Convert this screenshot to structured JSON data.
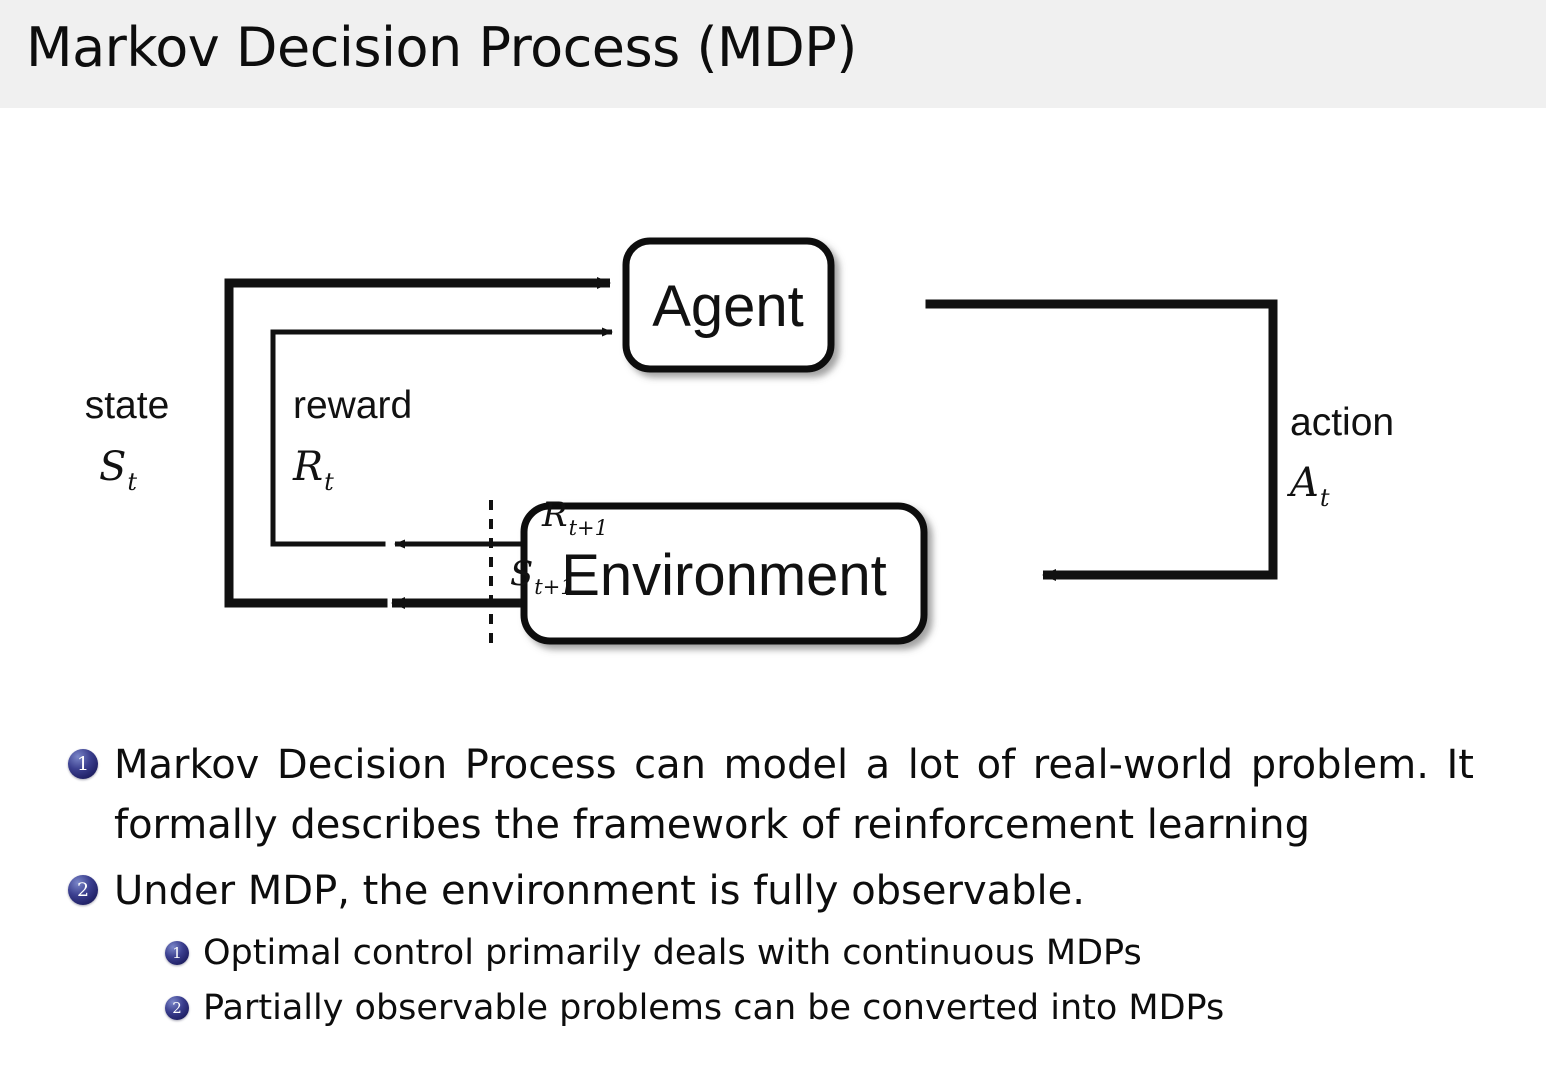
{
  "slide": {
    "title": "Markov Decision Process (MDP)",
    "header_bg": "#f0f0f0",
    "text_color": "#0d0d0d",
    "bullet_color": "#2b2f7d"
  },
  "diagram": {
    "name": "agent-environment-interaction-loop",
    "nodes": [
      {
        "id": "agent",
        "label": "Agent"
      },
      {
        "id": "environment",
        "label": "Environment"
      }
    ],
    "edge_labels": {
      "state_word": "state",
      "state_symbol": "S",
      "state_symbol_sub": "t",
      "reward_word": "reward",
      "reward_symbol": "R",
      "reward_symbol_sub": "t",
      "action_word": "action",
      "action_symbol": "A",
      "action_symbol_sub": "t",
      "next_reward_symbol": "R",
      "next_reward_sub": "t+1",
      "next_state_symbol": "S",
      "next_state_sub": "t+1"
    }
  },
  "bullets": [
    {
      "number": "1",
      "level": 1,
      "text": "Markov Decision Process can model a lot of real-world problem. It formally describes the framework of reinforcement learning"
    },
    {
      "number": "2",
      "level": 1,
      "text": "Under MDP, the environment is fully observable."
    },
    {
      "number": "1",
      "level": 2,
      "text": "Optimal control primarily deals with continuous MDPs"
    },
    {
      "number": "2",
      "level": 2,
      "text": "Partially observable problems can be converted into MDPs"
    }
  ]
}
